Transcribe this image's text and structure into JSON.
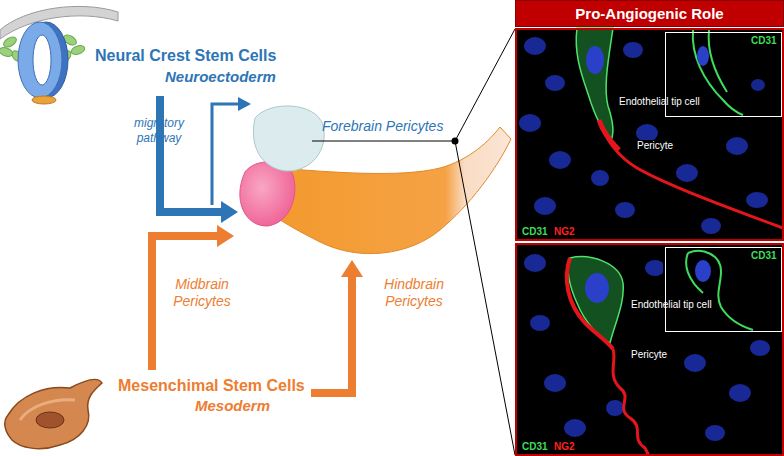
{
  "diagram": {
    "nodes": [
      {
        "text": [
          "Pro-Angiogenic Role"
        ]
      },
      {
        "text": [
          "Endothelial tip cell",
          "Pericyte",
          "CD31",
          "NG2"
        ]
      },
      {
        "text": [
          "CD31"
        ],
        "in": 1
      },
      {
        "text": [
          "Endothelial tip cell",
          "Pericyte",
          "CD31",
          "NG2"
        ]
      },
      {
        "text": [
          "CD31"
        ],
        "in": 3
      }
    ],
    "labels": [
      "Neural Crest Stem Cells",
      "Neuroectoderm",
      "migratory pathway",
      "Forebrain Pericytes",
      "Midbrain Pericytes",
      "Hindbrain Pericytes",
      "Mesenchimal Stem Cells",
      "Mesoderm"
    ]
  }
}
